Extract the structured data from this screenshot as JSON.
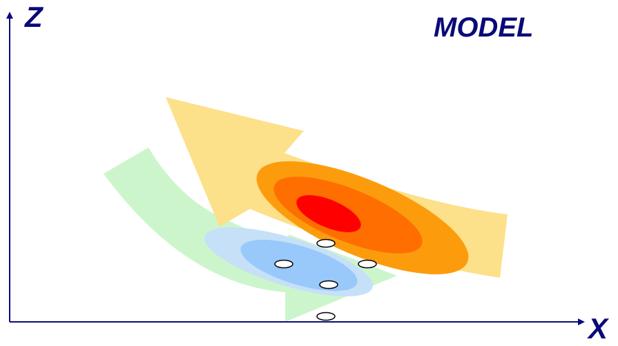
{
  "labels": {
    "z_axis": "Z",
    "x_axis": "X",
    "title": "MODEL"
  },
  "colors": {
    "axis": "#0a0a78",
    "green_arrow": "#ccf5cc",
    "yellow_arrow": "#fde08a",
    "cold_outer": "#c6e0f8",
    "cold_inner": "#99c8fb",
    "warm_outer": "#fc9c0c",
    "warm_mid": "#ff6e00",
    "warm_core": "#ff0000",
    "marker_fill": "#ffffff",
    "marker_stroke": "#000000"
  },
  "markers": [
    {
      "name": "marker-top"
    },
    {
      "name": "marker-left"
    },
    {
      "name": "marker-right"
    },
    {
      "name": "marker-middle"
    },
    {
      "name": "marker-ground"
    }
  ]
}
